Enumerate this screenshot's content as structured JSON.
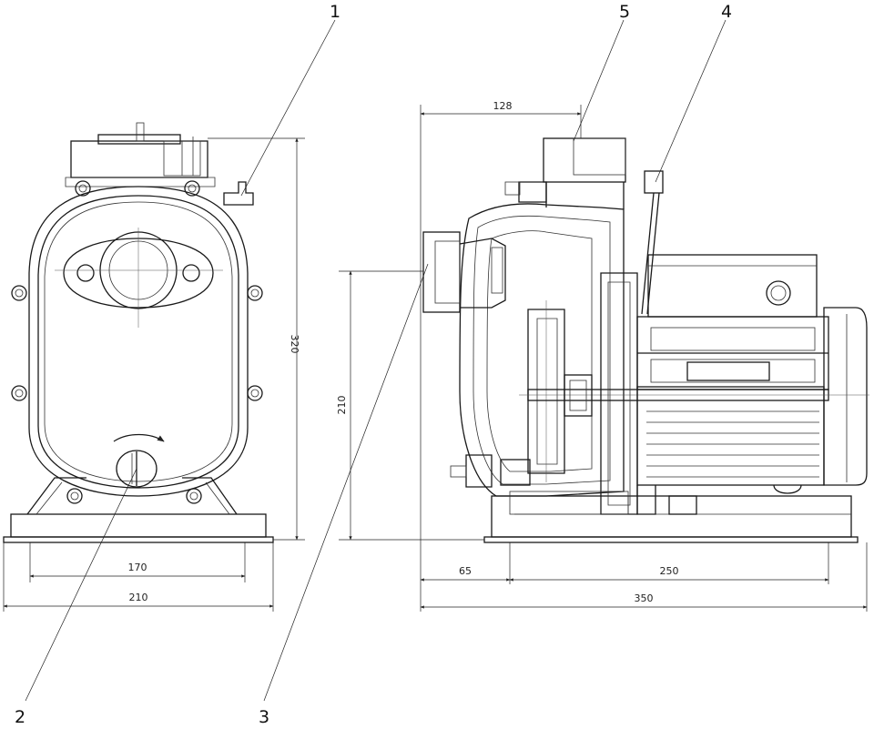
{
  "callouts": [
    "1",
    "2",
    "3",
    "4",
    "5"
  ],
  "dimensions": {
    "front_height": "320",
    "front_bolt_spacing": "170",
    "front_base_width": "210",
    "side_top_offset": "128",
    "side_axis_height": "210",
    "side_base_offset": "65",
    "side_bolt_spacing": "250",
    "side_overall_length": "350"
  }
}
